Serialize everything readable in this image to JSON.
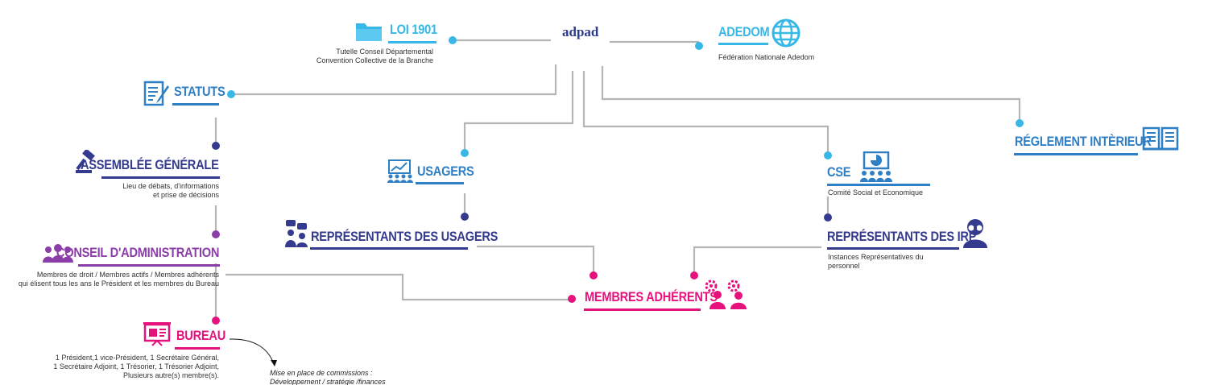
{
  "colors": {
    "blue": "#2f7fc4",
    "light_blue": "#37b8e6",
    "navy": "#343a8d",
    "purple": "#8b3da8",
    "pink": "#e5127d",
    "line": "#b5b5b5"
  },
  "center": {
    "label": "adpad"
  },
  "nodes": {
    "loi": {
      "title": "LOI 1901",
      "desc": [
        "Tutelle Conseil Départemental",
        "Convention Collective de la Branche"
      ],
      "icon": "folder-icon"
    },
    "adedom": {
      "title": "ADEDOM",
      "desc": [
        "Fédération Nationale Adedom"
      ],
      "icon": "globe-icon"
    },
    "statuts": {
      "title": "STATUTS",
      "icon": "document-pen-icon"
    },
    "assemblee": {
      "title": "ASSEMBLÉE GÉNÉRALE",
      "desc": [
        "Lieu de débats, d'informations",
        "et prise de décisions"
      ],
      "icon": "gavel-icon"
    },
    "conseil": {
      "title": "CONSEIL D'ADMINISTRATION",
      "desc": [
        "Membres de droit / Membres actifs / Membres adhérents",
        "qui élisent tous les ans le Président et les membres du Bureau"
      ],
      "icon": "group-icon"
    },
    "bureau": {
      "title": "BUREAU",
      "desc": [
        "1 Président,1 vice-Président, 1 Secrétaire Général,",
        "1 Secrétaire Adjoint, 1 Trésorier, 1 Trésorier Adjoint,",
        "Plusieurs autre(s) membre(s)."
      ],
      "icon": "presentation-board-icon"
    },
    "commissions": {
      "lines": [
        "Mise en place de commissions :",
        "Développement / stratégie /finances"
      ]
    },
    "usagers": {
      "title": "USAGERS",
      "icon": "audience-chart-icon"
    },
    "rep_usagers": {
      "title": "REPRÉSENTANTS DES USAGERS",
      "icon": "speaking-people-icon"
    },
    "membres": {
      "title": "MEMBRES ADHÉRENTS",
      "icon": "people-gears-icon"
    },
    "cse": {
      "title": "CSE",
      "desc": [
        "Comité Social et Economique"
      ],
      "icon": "meeting-screen-icon"
    },
    "rep_irp": {
      "title": "REPRÉSENTANTS DES IRP",
      "desc": [
        "Instances Représentatives du",
        "personnel"
      ],
      "icon": "person-glasses-icon"
    },
    "reglement": {
      "title": "RÉGLEMENT INTÈRIEUR",
      "icon": "open-book-icon"
    }
  }
}
